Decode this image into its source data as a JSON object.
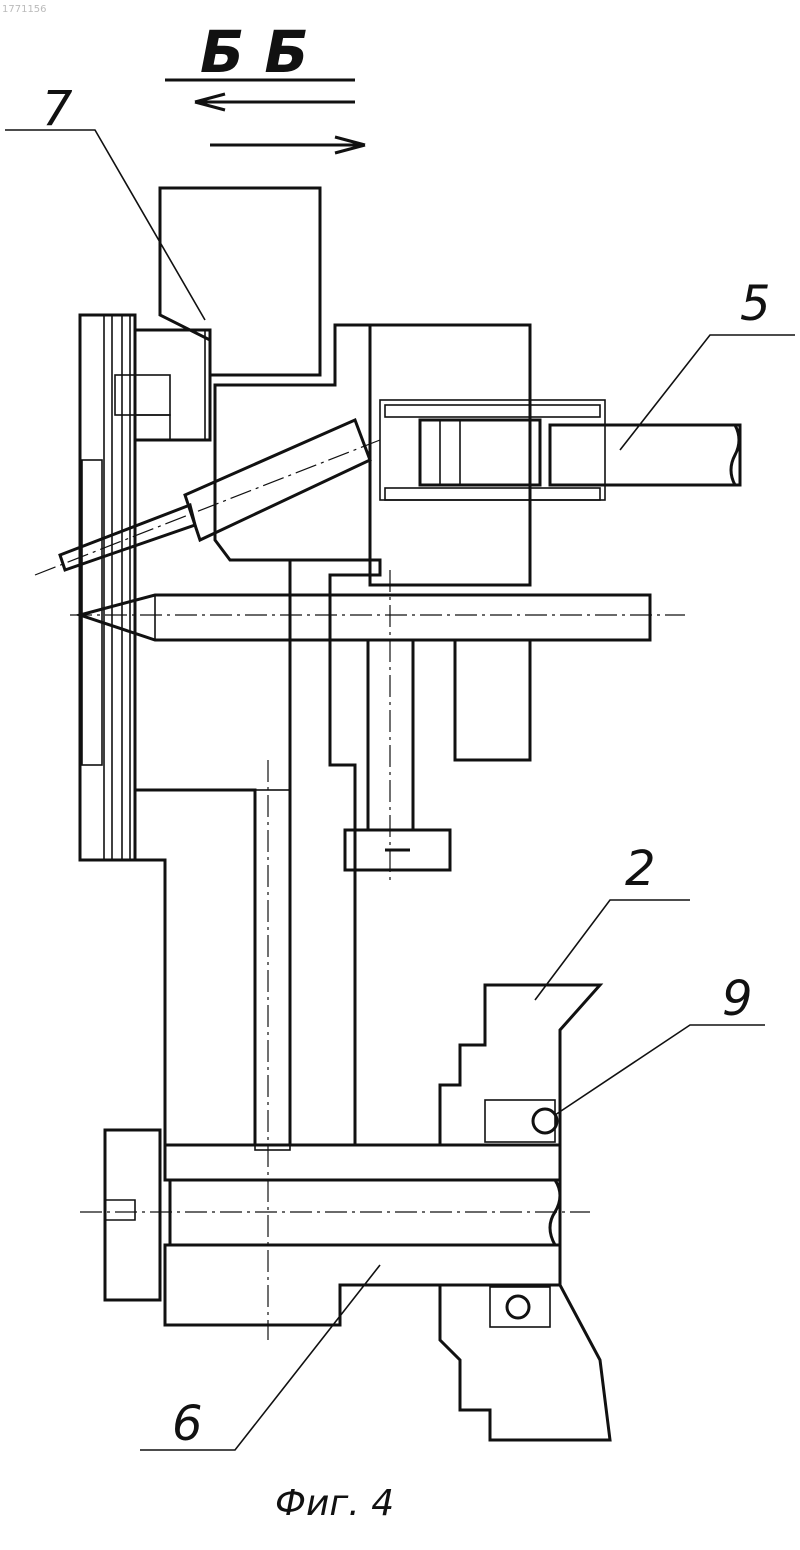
{
  "watermark": "1771156",
  "section_label": "Б Б",
  "figure_caption": "Фиг. 4",
  "callouts": {
    "c2": "2",
    "c5": "5",
    "c6": "6",
    "c7": "7",
    "c9": "9"
  }
}
